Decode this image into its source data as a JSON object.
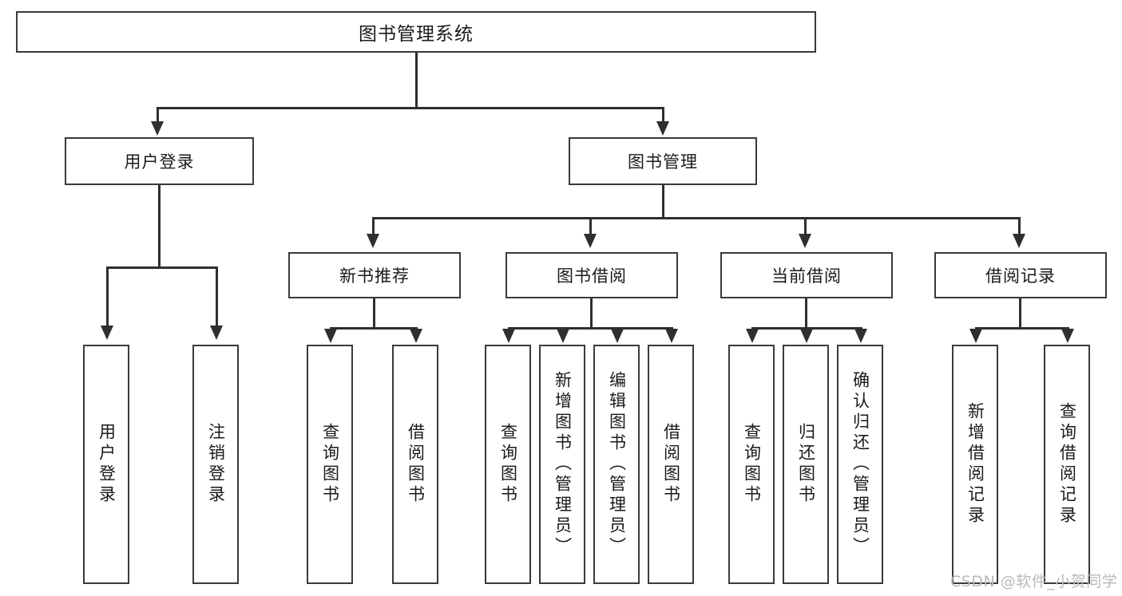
{
  "diagram": {
    "type": "tree",
    "title_node": {
      "label": "图书管理系统"
    },
    "level2": [
      {
        "id": "user-login",
        "label": "用户登录"
      },
      {
        "id": "book-management",
        "label": "图书管理"
      }
    ],
    "level3": [
      {
        "id": "new-book-recommend",
        "label": "新书推荐"
      },
      {
        "id": "book-borrow",
        "label": "图书借阅"
      },
      {
        "id": "current-borrow",
        "label": "当前借阅"
      },
      {
        "id": "borrow-record",
        "label": "借阅记录"
      }
    ],
    "leaves": [
      {
        "id": "leaf-user-login",
        "label": "用户登录"
      },
      {
        "id": "leaf-logout",
        "label": "注销登录"
      },
      {
        "id": "leaf-query-book-1",
        "label": "查询图书"
      },
      {
        "id": "leaf-borrow-book-1",
        "label": "借阅图书"
      },
      {
        "id": "leaf-query-book-2",
        "label": "查询图书"
      },
      {
        "id": "leaf-add-book",
        "label": "新增图书（管理员）"
      },
      {
        "id": "leaf-edit-book",
        "label": "编辑图书（管理员）"
      },
      {
        "id": "leaf-borrow-book-2",
        "label": "借阅图书"
      },
      {
        "id": "leaf-query-book-3",
        "label": "查询图书"
      },
      {
        "id": "leaf-return-book",
        "label": "归还图书"
      },
      {
        "id": "leaf-confirm-return",
        "label": "确认归还（管理员）"
      },
      {
        "id": "leaf-add-record",
        "label": "新增借阅记录"
      },
      {
        "id": "leaf-query-record",
        "label": "查询借阅记录"
      }
    ]
  },
  "watermark": {
    "text": "CSDN @软件_小贺同学"
  },
  "colors": {
    "border": "#3a3a3a",
    "connector": "#2f2f2f",
    "text": "#1a1a1a",
    "watermark": "#b9b9b9",
    "background": "#ffffff"
  }
}
